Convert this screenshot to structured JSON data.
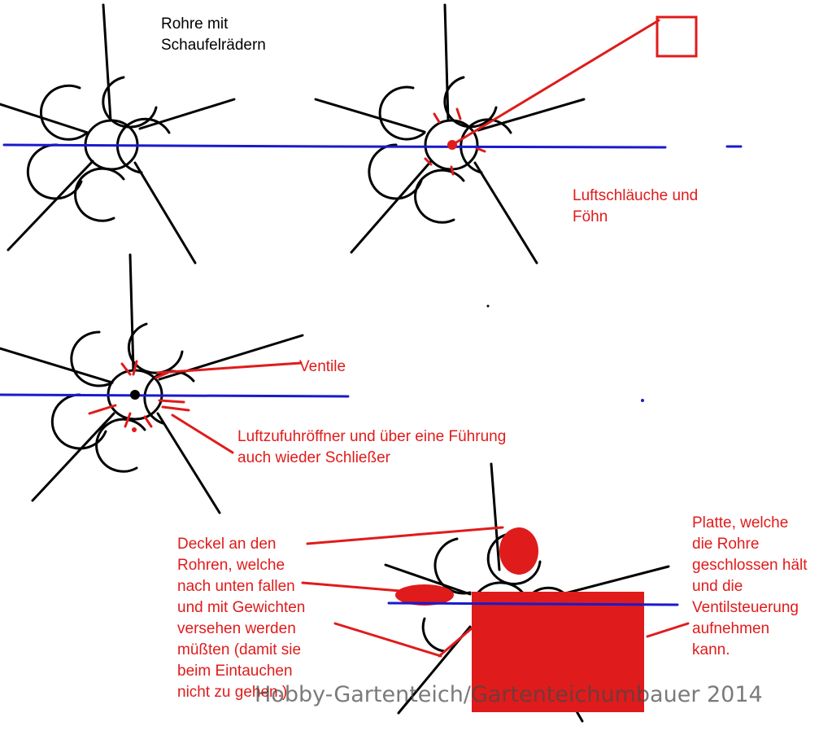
{
  "labels": {
    "pipes_title": "Rohre mit\nSchaufelrädern",
    "air_hoses": "Luftschläuche und\nFöhn",
    "valves": "Ventile",
    "air_inlet": "Luftzufuhröffner und über eine Führung\nauch wieder Schließer",
    "lids": "Deckel an den\nRohren, welche\nnach unten fallen\nund mit Gewichten\nversehen werden\nmüßten (damit sie\nbeim Eintauchen\nnicht zu gehen.)",
    "plate": "Platte, welche\ndie Rohre\ngeschlossen hält\nund die\nVentilsteuerung\naufnehmen\nkann."
  },
  "watermark": "Hobby-Gartenteich/Gartenteichumbauer 2014",
  "colors": {
    "ink": "#000000",
    "red": "#e01b1b",
    "blue": "#1a1acc"
  }
}
